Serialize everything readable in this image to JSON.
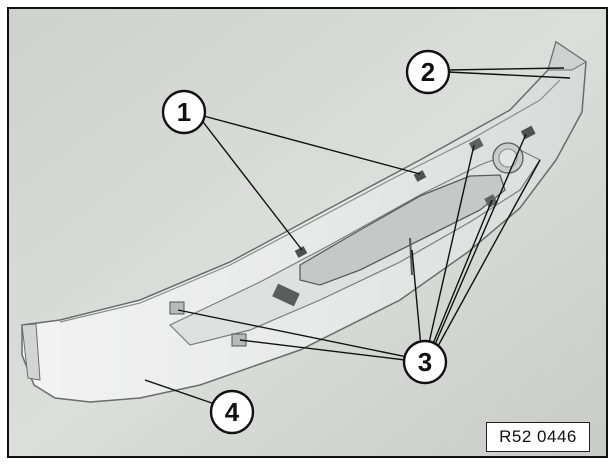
{
  "callouts": {
    "c1": "1",
    "c2": "2",
    "c3": "3",
    "c4": "4"
  },
  "reference": "R52 0446",
  "colors": {
    "background": "#d4d6d4",
    "part": "#e9ebea",
    "outline": "#111111"
  }
}
